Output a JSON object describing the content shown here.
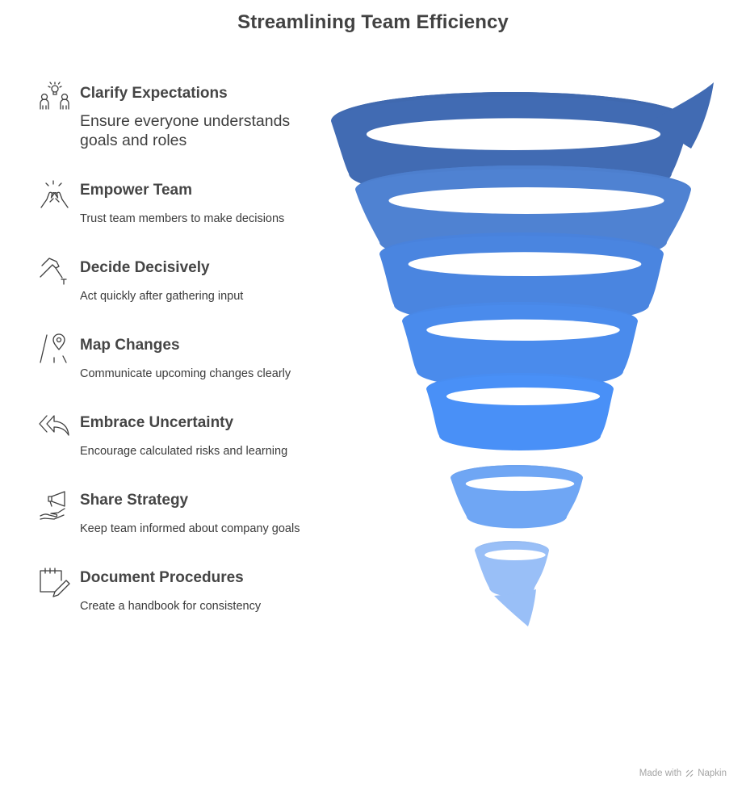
{
  "title": "Streamlining Team Efficiency",
  "steps": [
    {
      "heading": "Clarify Expectations",
      "description": "Ensure everyone understands goals and roles",
      "icon": "people-lightbulb-icon"
    },
    {
      "heading": "Empower Team",
      "description": "Trust team members to make decisions",
      "icon": "high-five-icon"
    },
    {
      "heading": "Decide Decisively",
      "description": "Act quickly after gathering input",
      "icon": "gavel-icon"
    },
    {
      "heading": "Map Changes",
      "description": "Communicate upcoming changes clearly",
      "icon": "map-pin-icon"
    },
    {
      "heading": "Embrace Uncertainty",
      "description": "Encourage calculated risks and learning",
      "icon": "reply-all-arrow-icon"
    },
    {
      "heading": "Share Strategy",
      "description": "Keep team informed about company goals",
      "icon": "megaphone-hand-icon"
    },
    {
      "heading": "Document Procedures",
      "description": "Create a handbook for consistency",
      "icon": "notepad-pen-icon"
    }
  ],
  "funnel_colors": [
    "#416bb3",
    "#4f82d2",
    "#4a85e0",
    "#4a8bec",
    "#4990f7",
    "#6fa6f4",
    "#99bff7"
  ],
  "watermark": {
    "prefix": "Made with",
    "brand": "Napkin"
  }
}
